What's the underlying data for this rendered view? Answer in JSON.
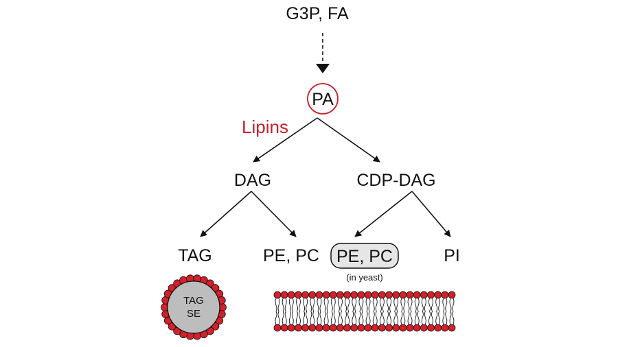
{
  "nodes": {
    "precursor": "G3P, FA",
    "pa": "PA",
    "enzyme": "Lipins",
    "dag": "DAG",
    "cdp_dag": "CDP-DAG",
    "tag": "TAG",
    "pe_pc_left": "PE, PC",
    "pe_pc_right": "PE, PC",
    "yeast_note": "(in yeast)",
    "pi": "PI"
  },
  "droplet": {
    "line1": "TAG",
    "line2": "SE"
  },
  "colors": {
    "accent_red": "#c8202a",
    "lipid_head_red": "#d42029",
    "droplet_fill": "#bdbdbd",
    "highlight_box_fill": "#e6e6e6",
    "text": "#111111"
  },
  "membrane": {
    "heads_per_leaflet": 26
  }
}
